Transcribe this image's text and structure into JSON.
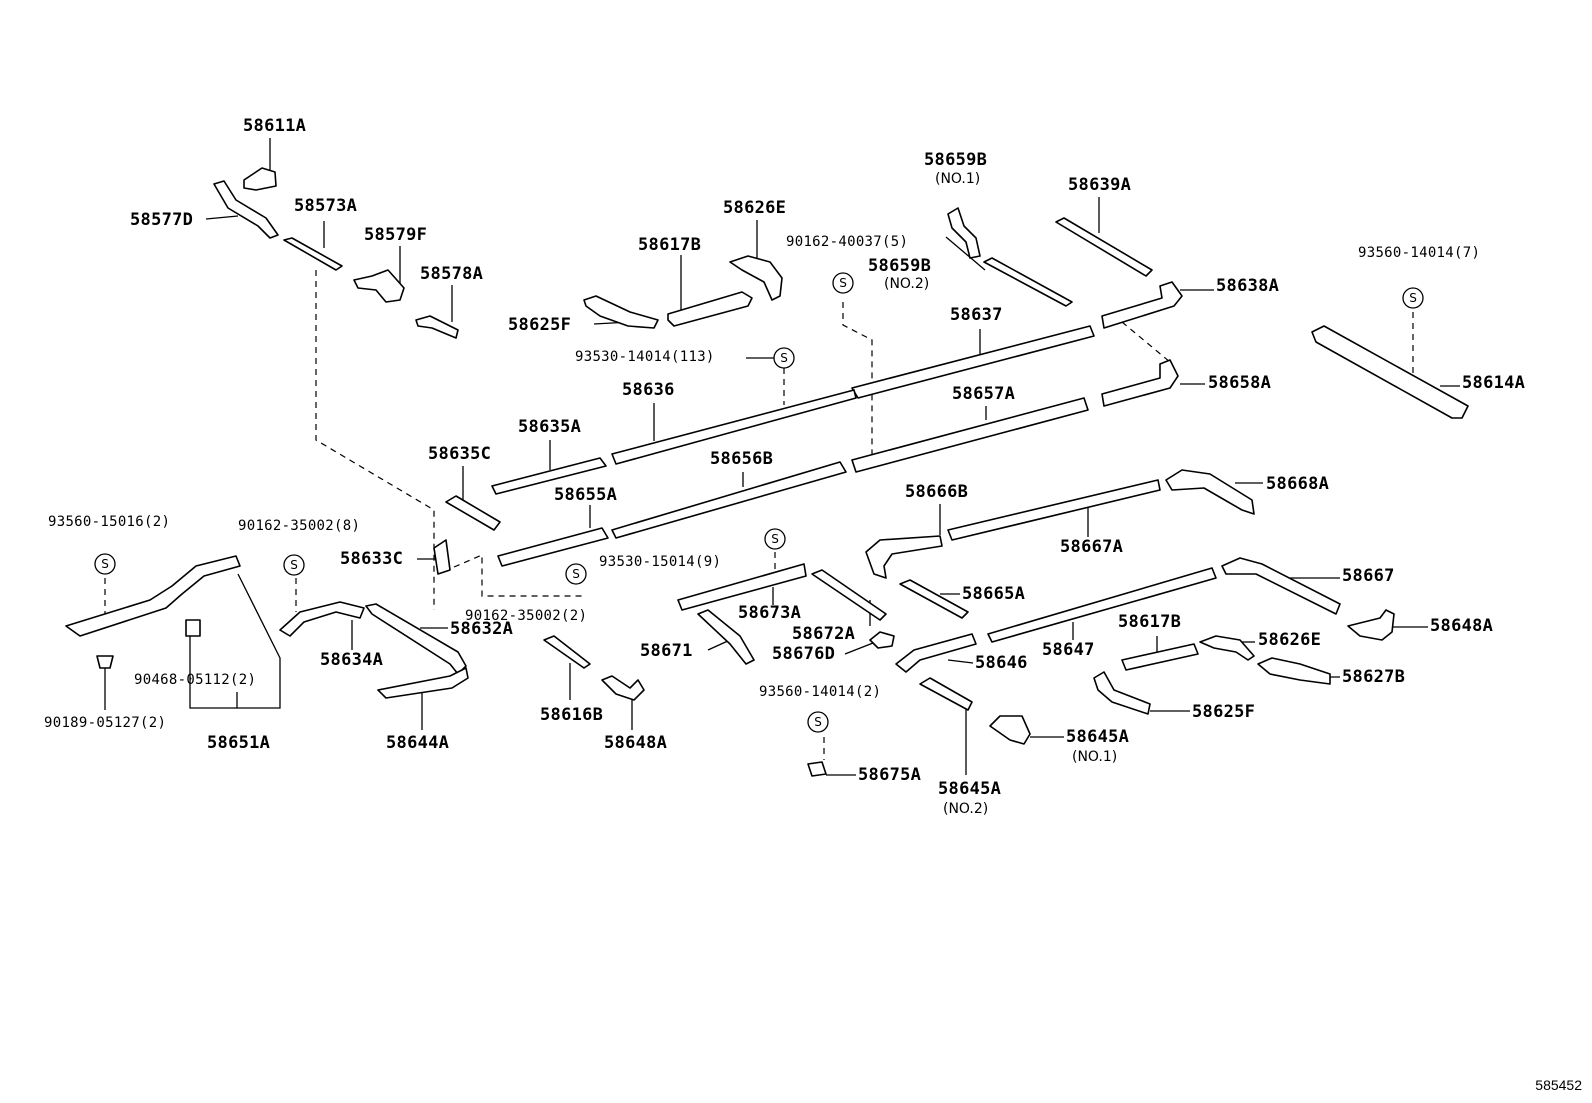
{
  "diagram": {
    "catalog_number": "585452",
    "part_labels": {
      "p58611A": "58611A",
      "p58577D": "58577D",
      "p58573A": "58573A",
      "p58579F": "58579F",
      "p58578A": "58578A",
      "p58626E_top": "58626E",
      "p58617B_top": "58617B",
      "p58625F_top": "58625F",
      "p90162_40037": "90162-40037(5)",
      "p58659B_1": "58659B",
      "p58659B_2": "58659B",
      "p58639A": "58639A",
      "p58638A": "58638A",
      "p93560_14014_7": "93560-14014(7)",
      "p58614A": "58614A",
      "p58637": "58637",
      "p93530_14014": "93530-14014(113)",
      "p58636": "58636",
      "p58657A": "58657A",
      "p58658A": "58658A",
      "p58635A": "58635A",
      "p58635C": "58635C",
      "p58656B": "58656B",
      "p58655A": "58655A",
      "p58666B": "58666B",
      "p58668A": "58668A",
      "p58667A": "58667A",
      "p58667": "58667",
      "p93560_15016": "93560-15016(2)",
      "p90162_35002_8": "90162-35002(8)",
      "p58633C": "58633C",
      "p93530_15014": "93530-15014(9)",
      "p90162_35002_2": "90162-35002(2)",
      "p58632A": "58632A",
      "p58634A": "58634A",
      "p58665A": "58665A",
      "p58673A": "58673A",
      "p58672A": "58672A",
      "p58671": "58671",
      "p58676D": "58676D",
      "p58646": "58646",
      "p58647": "58647",
      "p58617B_right": "58617B",
      "p58626E_right": "58626E",
      "p58648A_right": "58648A",
      "p58627B": "58627B",
      "p90468_05112": "90468-05112(2)",
      "p90189_05127": "90189-05127(2)",
      "p58651A": "58651A",
      "p58644A": "58644A",
      "p58616B": "58616B",
      "p58648A_mid": "58648A",
      "p93560_14014_2": "93560-14014(2)",
      "p58675A": "58675A",
      "p58645A_1": "58645A",
      "p58645A_2": "58645A",
      "p58625F_right": "58625F"
    },
    "notes": {
      "n58659B_1": "(NO.1)",
      "n58659B_2": "(NO.2)",
      "n58645A_1": "(NO.1)",
      "n58645A_2": "(NO.2)"
    },
    "screw_symbol": "S"
  }
}
